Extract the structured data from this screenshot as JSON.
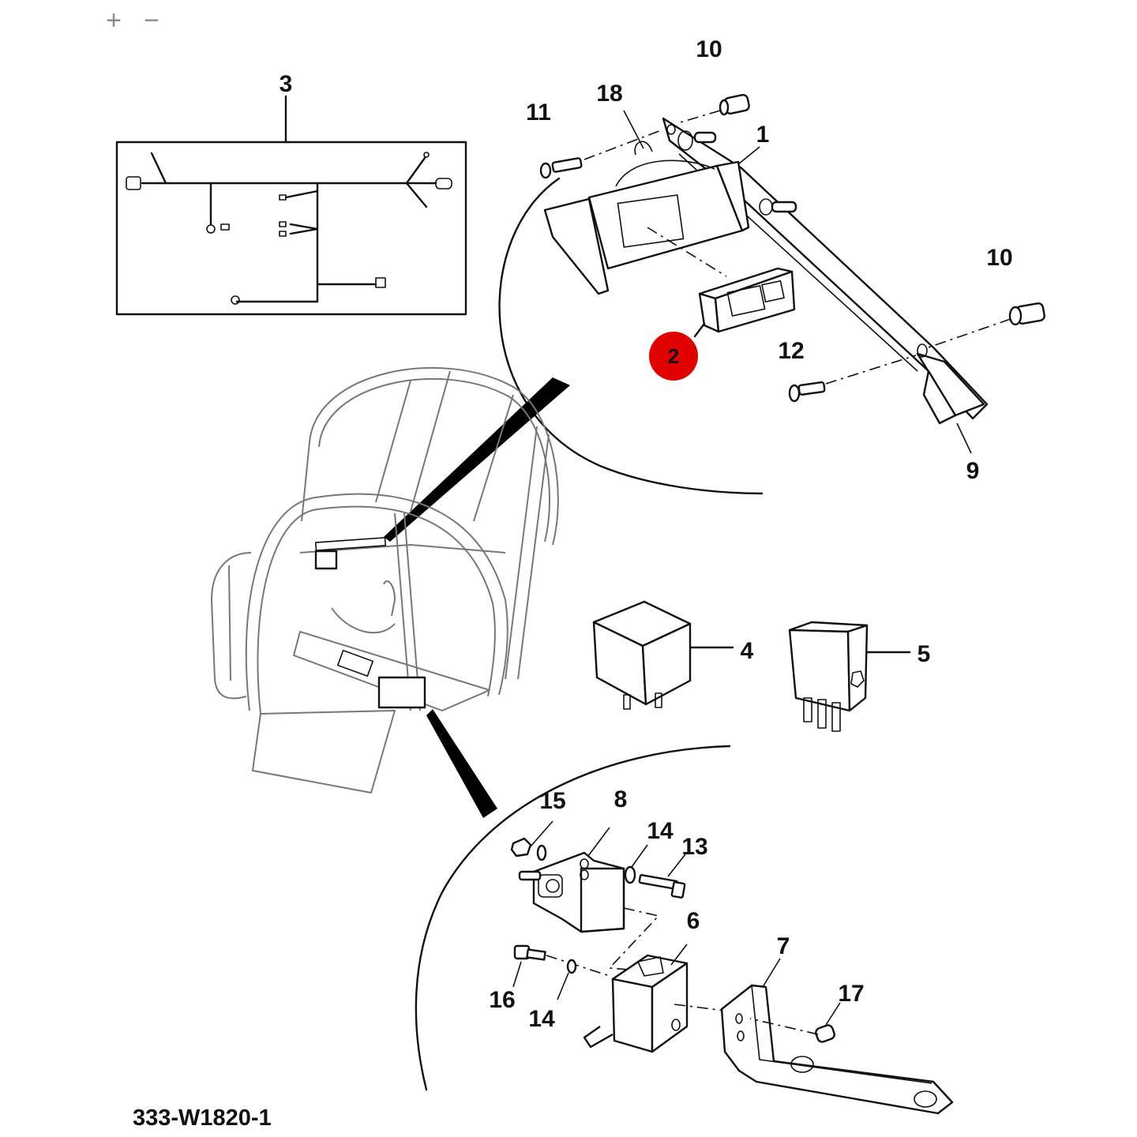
{
  "toolbar": {
    "zoom_in_label": "+",
    "zoom_out_label": "−"
  },
  "diagram": {
    "reference_code": "333-W1820-1",
    "highlighted_callout": "2",
    "highlight_color": "#e00000",
    "callouts": {
      "c1": "1",
      "c2": "2",
      "c3": "3",
      "c4": "4",
      "c5": "5",
      "c6": "6",
      "c7": "7",
      "c8": "8",
      "c9": "9",
      "c10a": "10",
      "c10b": "10",
      "c11": "11",
      "c12": "12",
      "c13": "13",
      "c14a": "14",
      "c14b": "14",
      "c15": "15",
      "c16": "16",
      "c17": "17",
      "c18": "18"
    }
  }
}
